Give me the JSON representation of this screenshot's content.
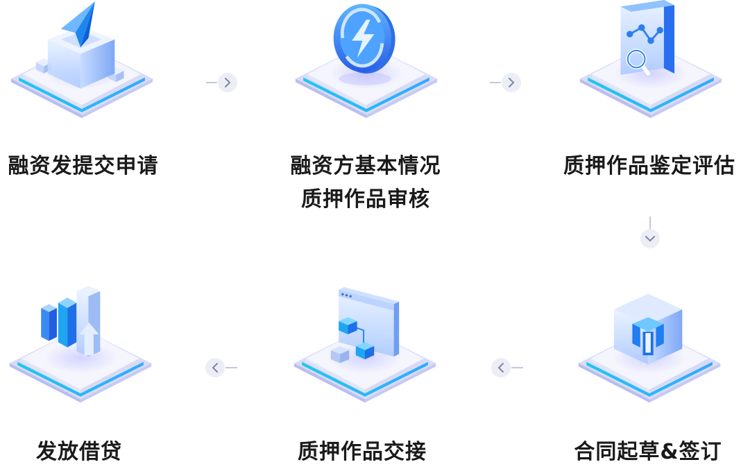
{
  "steps": [
    {
      "id": "financing-application",
      "label": "融资发提交申请",
      "icon": "paper-plane-box-icon"
    },
    {
      "id": "basic-review",
      "label_line1": "融资方基本情况",
      "label_line2": "质押作品审核",
      "icon": "lightning-coin-icon"
    },
    {
      "id": "appraisal",
      "label": "质押作品鉴定评估",
      "icon": "chart-magnifier-doc-icon"
    },
    {
      "id": "contract",
      "label": "合同起草&签订",
      "icon": "cube-stack-icon"
    },
    {
      "id": "handover",
      "label": "质押作品交接",
      "icon": "flow-window-icon"
    },
    {
      "id": "loan-release",
      "label": "发放借贷",
      "icon": "bar-chart-arrow-icon"
    }
  ],
  "colors": {
    "accent": "#2f8cf5",
    "cyan": "#2ad0f0",
    "platform": "#eef0fb",
    "platform_edge": "#c9cdf3",
    "arrow": "#c4c8dc"
  }
}
